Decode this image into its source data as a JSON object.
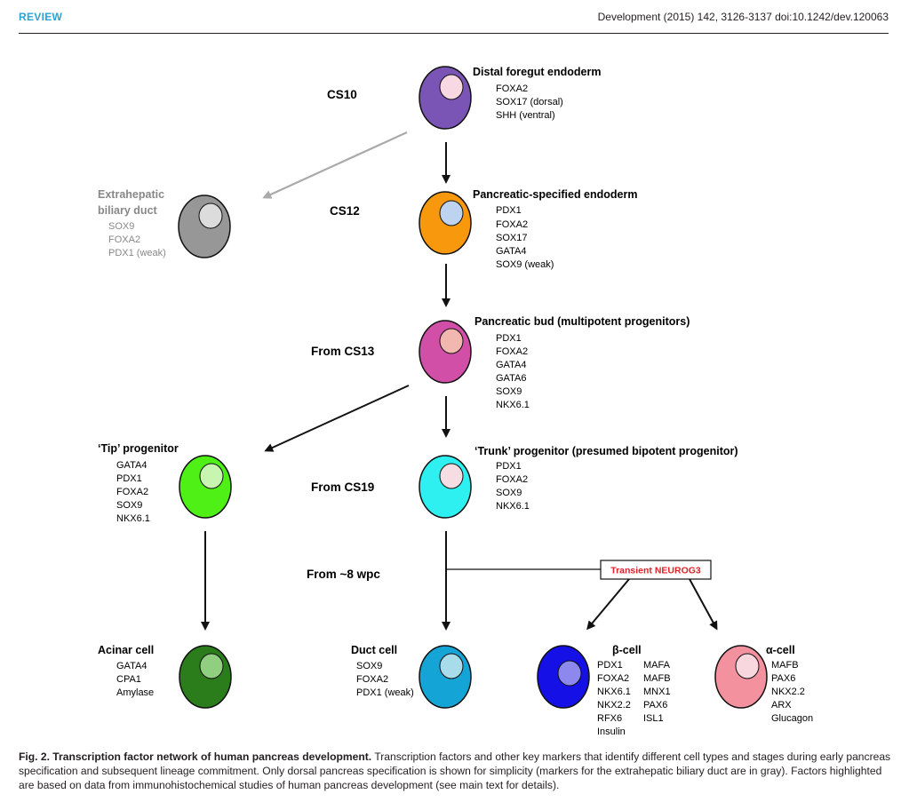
{
  "header": {
    "section": "REVIEW",
    "citation": "Development (2015) 142, 3126-3137 doi:10.1242/dev.120063"
  },
  "stages": {
    "cs10": "CS10",
    "cs12": "CS12",
    "cs13": "From CS13",
    "cs19": "From CS19",
    "wpc8": "From ~8 wpc"
  },
  "cells": {
    "distal_foregut": {
      "title": "Distal foregut endoderm",
      "markers": [
        "FOXA2",
        "SOX17 (dorsal)",
        "SHH (ventral)"
      ],
      "color": "#7b55b5",
      "nucleus": "#f8d8e2"
    },
    "pancreatic_specified": {
      "title": "Pancreatic-specified endoderm",
      "markers": [
        "PDX1",
        "FOXA2",
        "SOX17",
        "GATA4",
        "SOX9 (weak)"
      ],
      "color": "#f7980d",
      "nucleus": "#bed3ef"
    },
    "extrahepatic": {
      "title_line1": "Extrahepatic",
      "title_line2": "biliary duct",
      "markers": [
        "SOX9",
        "FOXA2",
        "PDX1 (weak)"
      ],
      "color": "#979797",
      "nucleus": "#dcdcdc",
      "text_color": "#888888"
    },
    "pancreatic_bud": {
      "title": "Pancreatic bud (multipotent progenitors)",
      "markers": [
        "PDX1",
        "FOXA2",
        "GATA4",
        "GATA6",
        "SOX9",
        "NKX6.1"
      ],
      "color": "#d24fa8",
      "nucleus": "#f2b8b0"
    },
    "tip": {
      "title": "‘Tip’ progenitor",
      "markers": [
        "GATA4",
        "PDX1",
        "FOXA2",
        "SOX9",
        "NKX6.1"
      ],
      "color": "#4ff015",
      "nucleus": "#c8f5b0"
    },
    "trunk": {
      "title": "‘Trunk’ progenitor (presumed bipotent progenitor)",
      "markers": [
        "PDX1",
        "FOXA2",
        "SOX9",
        "NKX6.1"
      ],
      "color": "#2ef0f0",
      "nucleus": "#f6dde3"
    },
    "acinar": {
      "title": "Acinar cell",
      "markers": [
        "GATA4",
        "CPA1",
        "Amylase"
      ],
      "color": "#2a7d1a",
      "nucleus": "#90cf80"
    },
    "duct": {
      "title": "Duct cell",
      "markers": [
        "SOX9",
        "FOXA2",
        "PDX1 (weak)"
      ],
      "color": "#15a4d6",
      "nucleus": "#a8dcea"
    },
    "beta": {
      "title": "β-cell",
      "markers_col1": [
        "PDX1",
        "FOXA2",
        "NKX6.1",
        "NKX2.2",
        "RFX6",
        "Insulin"
      ],
      "markers_col2": [
        "MAFA",
        "MAFB",
        "MNX1",
        "PAX6",
        "ISL1"
      ],
      "color": "#1410e6",
      "nucleus": "#8c88ee"
    },
    "alpha": {
      "title": "α-cell",
      "markers": [
        "MAFB",
        "PAX6",
        "NKX2.2",
        "ARX",
        "Glucagon"
      ],
      "color": "#f4919f",
      "nucleus": "#f8d8de"
    }
  },
  "neurog3": {
    "label": "Transient NEUROG3",
    "color": "#e0202a"
  },
  "colors": {
    "arrow": "#111111",
    "arrow_gray": "#aaaaaa",
    "outline": "#111111"
  },
  "caption": {
    "bold": "Fig. 2. Transcription factor network of human pancreas development.",
    "text": " Transcription factors and other key markers that identify different cell types and stages during early pancreas specification and subsequent lineage commitment. Only dorsal pancreas specification is shown for simplicity (markers for the extrahepatic biliary duct are in gray). Factors highlighted are based on data from immunohistochemical studies of human pancreas development (see main text for details)."
  }
}
